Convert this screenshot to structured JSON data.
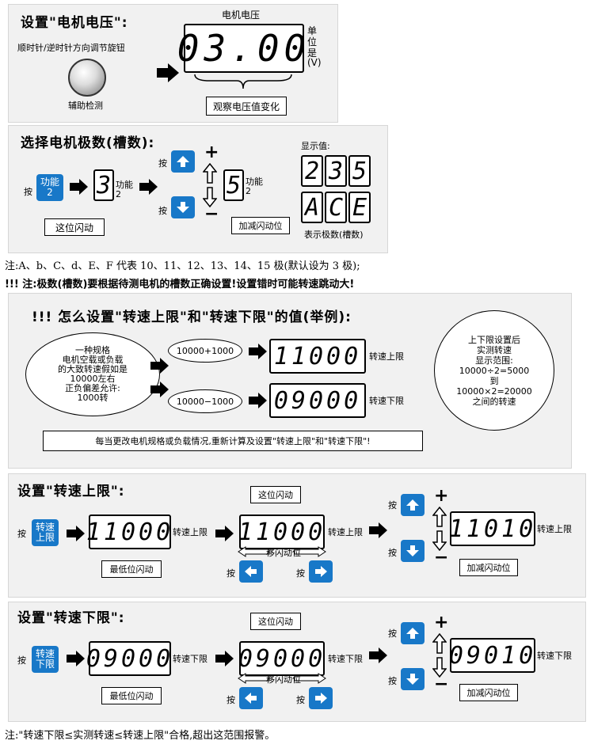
{
  "sec1": {
    "title": "设置\"电机电压\":",
    "rotate_text": "顺时针/逆时针方向调节旋钮",
    "knob_label": "辅助检测",
    "display_label": "电机电压",
    "display_value": "03.00",
    "unit": [
      "单",
      "位",
      "是",
      "(V)"
    ],
    "observe": "观察电压值变化"
  },
  "sec2": {
    "title": "选择电机极数(槽数):",
    "press": "按",
    "func_btn": "功能\n2",
    "digit1": "3",
    "func2": "功能\n2",
    "flash_note": "这位闪动",
    "press_up": "按",
    "press_down": "按",
    "plus": "+",
    "minus": "−",
    "digit2": "5",
    "func3": "功能\n2",
    "adjust_note": "加减闪动位",
    "show_label": "显示值:",
    "disp_a": [
      "2",
      "3",
      "5"
    ],
    "disp_b": [
      "A",
      "C",
      "E"
    ],
    "pole_label": "表示极数(槽数)"
  },
  "note1": "注:A、b、C、d、E、F 代表 10、11、12、13、14、15 极(默认设为 3 极);",
  "note2": "!!! 注:极数(槽数)要根据待测电机的槽数正确设置!设置错时可能转速跳动大!",
  "sec3": {
    "title": "!!! 怎么设置\"转速上限\"和\"转速下限\"的值(举例):",
    "bubble": "一种规格\n电机空载或负载\n的大致转速假如是\n10000左右\n正负偏差允许:\n1000转",
    "plus_expr": "10000+1000",
    "minus_expr": "10000−1000",
    "upper_value": "11000",
    "lower_value": "09000",
    "upper_label": "转速上限",
    "lower_label": "转速下限",
    "range": "上下限设置后\n实测转速\n显示范围:\n10000÷2=5000\n到\n10000×2=20000\n之间的转速",
    "footer": "每当更改电机规格或负载情况,重新计算及设置\"转速上限\"和\"转速下限\"!"
  },
  "sec4": {
    "title": "设置\"转速上限\":",
    "press": "按",
    "btn": "转速\n上限",
    "v1": "11000",
    "label": "转速上限",
    "low_flash": "最低位闪动",
    "flash": "这位闪动",
    "v2": "11000",
    "move": "移闪动位",
    "press_l": "按",
    "press_r": "按",
    "press_up": "按",
    "press_down": "按",
    "v3": "11010",
    "adjust": "加减闪动位",
    "plus": "+",
    "minus": "−"
  },
  "sec5": {
    "title": "设置\"转速下限\":",
    "press": "按",
    "btn": "转速\n下限",
    "v1": "09000",
    "label": "转速下限",
    "low_flash": "最低位闪动",
    "flash": "这位闪动",
    "v2": "09000",
    "move": "移闪动位",
    "press_l": "按",
    "press_r": "按",
    "press_up": "按",
    "press_down": "按",
    "v3": "09010",
    "adjust": "加减闪动位",
    "plus": "+",
    "minus": "−"
  },
  "note3": "注:\"转速下限≤实测转速≤转速上限\"合格,超出这范围报警。"
}
